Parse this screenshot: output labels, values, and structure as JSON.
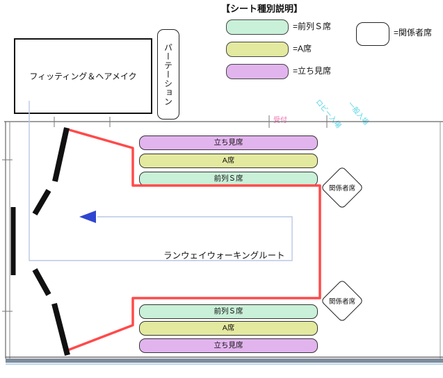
{
  "legend": {
    "title": "【シート種別説明】",
    "items": [
      {
        "label": "=前列Ｓ席",
        "color": "#c9f0d8"
      },
      {
        "label": "=A席",
        "color": "#e4e9a0"
      },
      {
        "label": "=立ち見席",
        "color": "#e2b4ee"
      }
    ],
    "staff_item": {
      "label": "=関係者席",
      "color": "#ffffff"
    }
  },
  "backstage": {
    "fitting": "フィッティング＆ヘアメイク",
    "partition": "パーテーション"
  },
  "floor": {
    "seat_rows_top": [
      "立ち見席",
      "A席",
      "前列Ｓ席"
    ],
    "seat_rows_bottom": [
      "前列Ｓ席",
      "A席",
      "立ち見席"
    ],
    "staff_seat": "関係者席",
    "route_label": "ランウェイウォーキングルート",
    "annotations": {
      "reception": "受付",
      "entrance_lobby": "ロビー入場",
      "entrance_general": "一般入場"
    },
    "colors": {
      "route_red": "#ff4a4a",
      "walk_line_blue": "#b9c7e6",
      "arrow_blue": "#2f46d0",
      "seat_s": "#c9f0d8",
      "seat_a": "#e4e9a0",
      "seat_standing": "#e2b4ee",
      "wall_black": "#111111"
    }
  }
}
